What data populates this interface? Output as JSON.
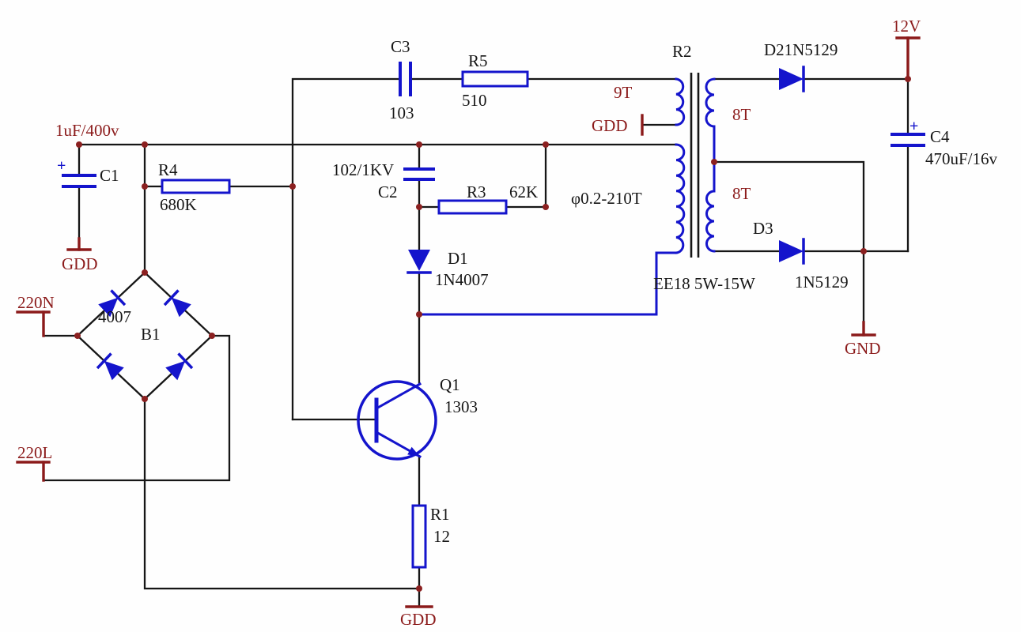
{
  "colors": {
    "background": "#fefefe",
    "wire_black": "#161616",
    "component_blue": "#1414cc",
    "label_red": "#8b1a1a",
    "junction_dot": "#8b2020"
  },
  "labels": {
    "c1_value": "1uF/400v",
    "c1_plus": "+",
    "c1_ref": "C1",
    "c1_gnd": "GDD",
    "ac_n": "220N",
    "ac_l": "220L",
    "bridge_part": "4007",
    "bridge_ref": "B1",
    "r4_ref": "R4",
    "r4_value": "680K",
    "c3_ref": "C3",
    "c3_value": "103",
    "r5_ref": "R5",
    "r5_value": "510",
    "c2_value": "102/1KV",
    "c2_ref": "C2",
    "r3_ref": "R3",
    "r3_value": "62K",
    "d1_ref": "D1",
    "d1_value": "1N4007",
    "q1_ref": "Q1",
    "q1_value": "1303",
    "r1_ref": "R1",
    "r1_value": "12",
    "gnd_bottom": "GDD",
    "xfmr_ref": "R2",
    "fb_turns": "9T",
    "fb_gnd": "GDD",
    "primary_turns": "φ0.2-210T",
    "core_type": "EE18 5W-15W",
    "sec_top_turns": "8T",
    "sec_bottom_turns": "8T",
    "d2_ref": "D2",
    "d2_value": "1N5129",
    "d3_ref": "D3",
    "d3_value": "1N5129",
    "out_voltage": "12V",
    "c4_plus": "+",
    "c4_ref": "C4",
    "c4_value": "470uF/16v",
    "out_gnd": "GND"
  }
}
